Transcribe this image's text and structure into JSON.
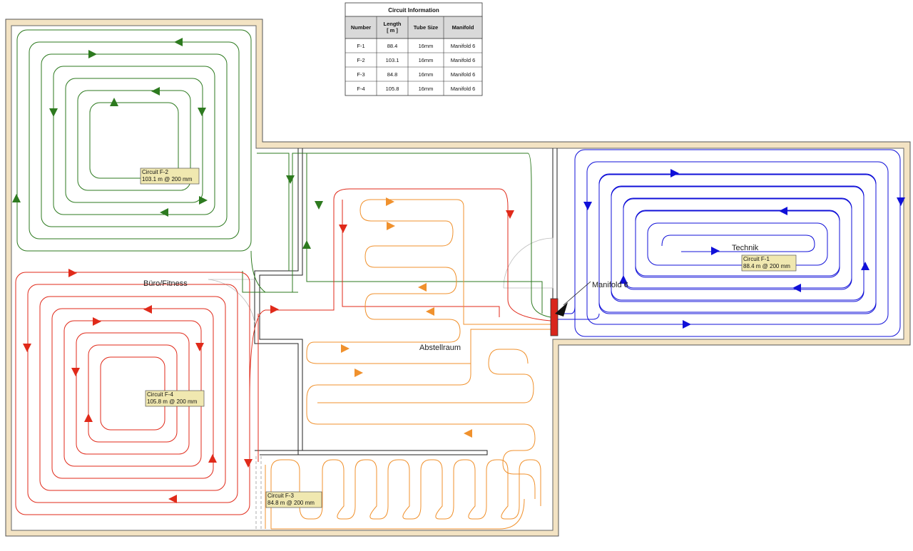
{
  "circuit_table": {
    "title": "Circuit Information",
    "headers": [
      "Number",
      "Length\n[ m ]",
      "Tube Size",
      "Manifold"
    ],
    "rows": [
      [
        "F-1",
        "88.4",
        "16mm",
        "Manifold 6"
      ],
      [
        "F-2",
        "103.1",
        "16mm",
        "Manifold 6"
      ],
      [
        "F-3",
        "84.8",
        "16mm",
        "Manifold 6"
      ],
      [
        "F-4",
        "105.8",
        "16mm",
        "Manifold 6"
      ]
    ]
  },
  "rooms": {
    "buero": "Büro/Fitness",
    "abstell": "Abstellraum",
    "technik": "Technik"
  },
  "manifold_label": "Manifold 6",
  "tags": {
    "f1": {
      "title": "Circuit F-1",
      "detail": "88.4 m @ 200 mm"
    },
    "f2": {
      "title": "Circuit F-2",
      "detail": "103.1 m @ 200 mm"
    },
    "f3": {
      "title": "Circuit F-3",
      "detail": "84.8 m @ 200 mm"
    },
    "f4": {
      "title": "Circuit F-4",
      "detail": "105.8 m @ 200 mm"
    }
  },
  "colors": {
    "f1": "#1010d8",
    "f2": "#2d7a1f",
    "f3": "#f0912d",
    "f4": "#e02a1a",
    "wall": "#f3e3c3",
    "tag": "#f0e8b0",
    "manifold": "#d9261c"
  }
}
